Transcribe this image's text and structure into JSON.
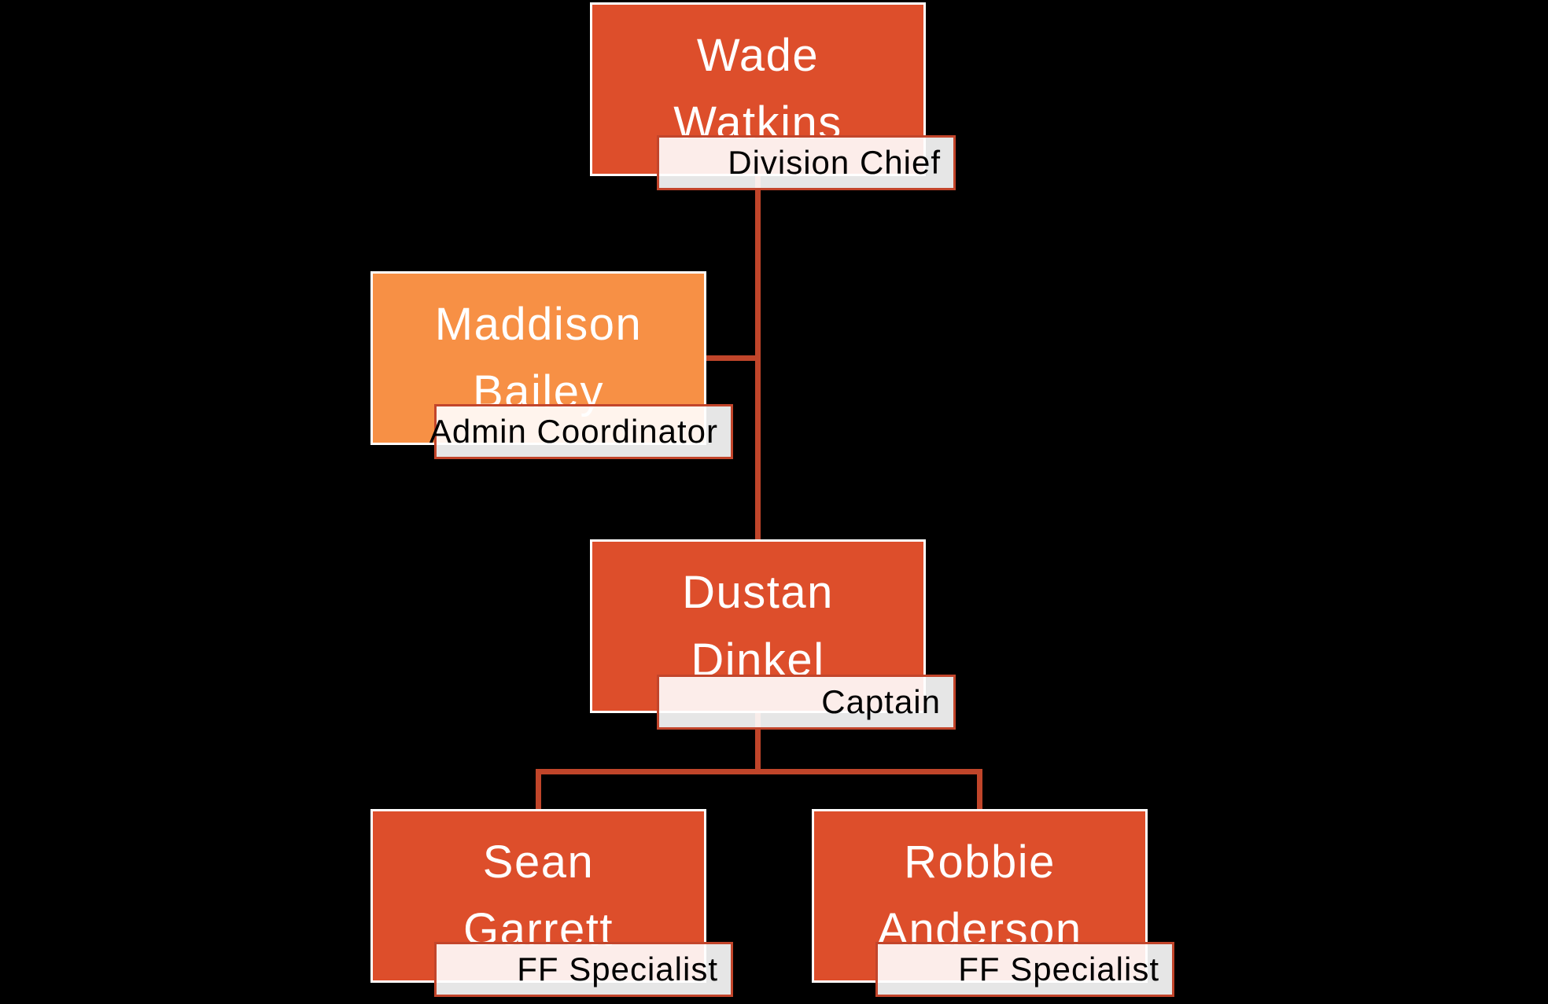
{
  "colors": {
    "background": "#000000",
    "node_fill": "#dd4e2b",
    "assistant_fill": "#f79045",
    "node_border": "#ffffff",
    "connector": "#c0452a",
    "label_fill": "rgba(255,255,255,0.9)",
    "label_border": "#c2452b",
    "name_color": "#ffffff",
    "title_color": "#000000"
  },
  "nodes": {
    "wade": {
      "name_line1": "Wade",
      "name_line2": "Watkins",
      "title": "Division Chief"
    },
    "maddison": {
      "name_line1": "Maddison",
      "name_line2": "Bailey",
      "title": "Admin Coordinator"
    },
    "dustan": {
      "name_line1": "Dustan",
      "name_line2": "Dinkel",
      "title": "Captain"
    },
    "sean": {
      "name_line1": "Sean",
      "name_line2": "Garrett",
      "title": "FF Specialist"
    },
    "robbie": {
      "name_line1": "Robbie",
      "name_line2": "Anderson",
      "title": "FF Specialist"
    }
  },
  "edges": [
    {
      "from": "Wade Watkins",
      "to": "Dustan Dinkel",
      "type": "reports-line"
    },
    {
      "from": "Wade Watkins",
      "to": "Maddison Bailey",
      "type": "assistant-line"
    },
    {
      "from": "Dustan Dinkel",
      "to": "Sean Garrett",
      "type": "reports-line"
    },
    {
      "from": "Dustan Dinkel",
      "to": "Robbie Anderson",
      "type": "reports-line"
    }
  ]
}
